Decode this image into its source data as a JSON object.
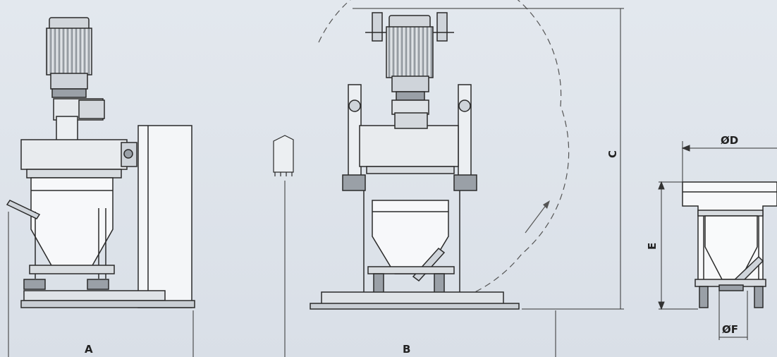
{
  "dimensions": {
    "A": "A",
    "B": "B",
    "C": "C",
    "D": "ØD",
    "E": "E",
    "F": "ØF"
  },
  "colors": {
    "line": "#2a2a2a",
    "fill_light": "#f2f4f6",
    "fill_mid": "#cfd4da",
    "fill_dark": "#7a7f86",
    "dash": "#555555"
  }
}
